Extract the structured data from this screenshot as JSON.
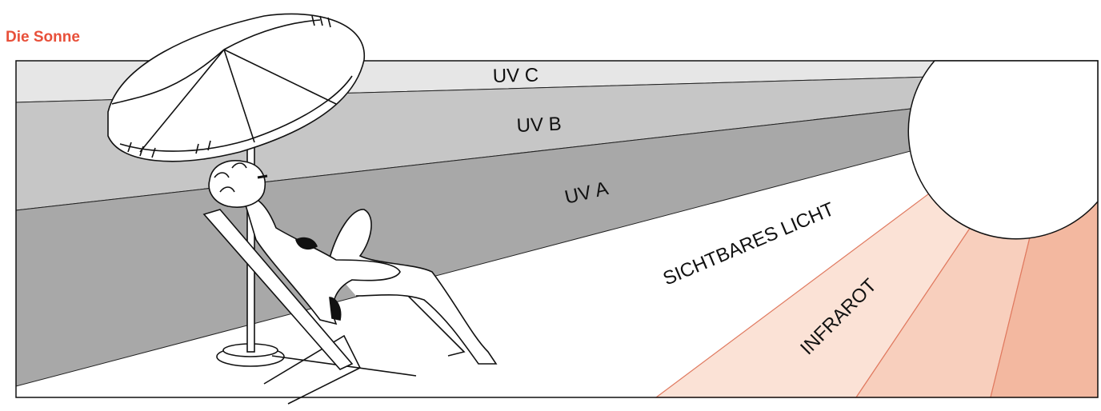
{
  "title": "Die Sonne",
  "labels": {
    "uvc": "UV C",
    "uvb": "UV B",
    "uva": "UV A",
    "visible": "SICHTBARES LICHT",
    "infrared": "INFRAROT"
  },
  "colors": {
    "title": "#e8503a",
    "uvc_band": "#e6e6e6",
    "uvb_band": "#c6c6c6",
    "uva_band": "#a8a8a8",
    "ir_1": "#fbe2d6",
    "ir_2": "#f8cfbd",
    "ir_3": "#f3b8a0",
    "ir_line": "#e07a60",
    "outline": "#111111"
  }
}
